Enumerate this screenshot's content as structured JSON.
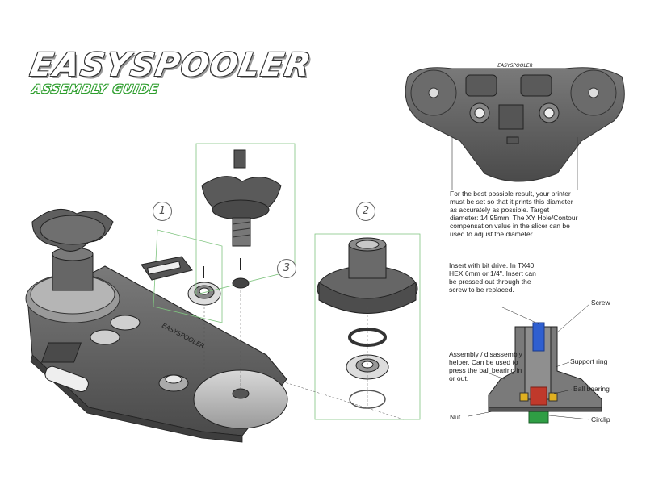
{
  "header": {
    "title": "EASYSPOOLER",
    "subtitle": "ASSEMBLY GUIDE"
  },
  "top_view": {
    "brand_text": "EASYSPOOLER",
    "note": "For the best possible result, your printer must be set so that it prints this diameter as accurately as possible. Target diameter: 14.95mm. The XY Hole/Contour compensation value in the slicer can be used to adjust the diameter."
  },
  "steps": [
    {
      "number": "1"
    },
    {
      "number": "2"
    },
    {
      "number": "3"
    }
  ],
  "section": {
    "insert_note": "Insert with bit drive. In TX40, HEX 6mm or 1/4\". Insert can be pressed out through the screw to be replaced.",
    "helper_note": "Assembly / disassembly helper. Can be used to press the ball bearing in or out.",
    "labels": {
      "screw": "Screw",
      "support_ring": "Support ring",
      "ball_bearing": "Ball bearing",
      "nut": "Nut",
      "circlip": "Circlip"
    }
  },
  "colors": {
    "part_dark": "#5a5a5a",
    "part_mid": "#8a8a8a",
    "part_light": "#bdbdbd",
    "guide_green": "#7fc47f",
    "insert_blue": "#2f5fd0",
    "bearing_red": "#c0392b",
    "bearing_yellow": "#e0b020",
    "circlip_green": "#2f9e44"
  }
}
